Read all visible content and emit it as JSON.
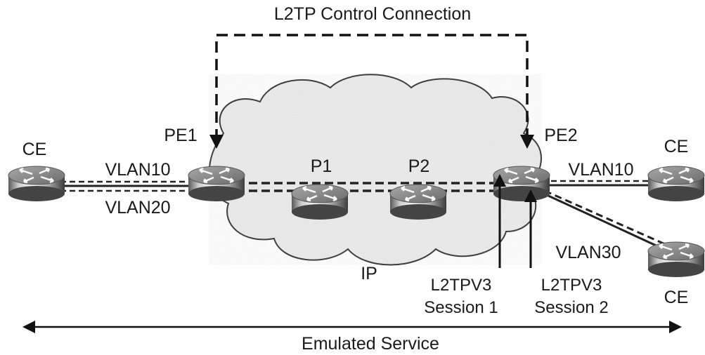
{
  "title": "L2TP Control Connection",
  "cloud_label": "IP",
  "nodes": {
    "ce_left": "CE",
    "pe1": "PE1",
    "p1": "P1",
    "p2": "P2",
    "pe2": "PE2",
    "ce_right_top": "CE",
    "ce_right_bottom": "CE"
  },
  "links": {
    "left_vlan10": "VLAN10",
    "left_vlan20": "VLAN20",
    "right_vlan10": "VLAN10",
    "right_vlan30": "VLAN30"
  },
  "sessions": [
    {
      "line1": "L2TPV3",
      "line2": "Session 1"
    },
    {
      "line1": "L2TPV3",
      "line2": "Session 2"
    }
  ],
  "bottom_label": "Emulated Service"
}
